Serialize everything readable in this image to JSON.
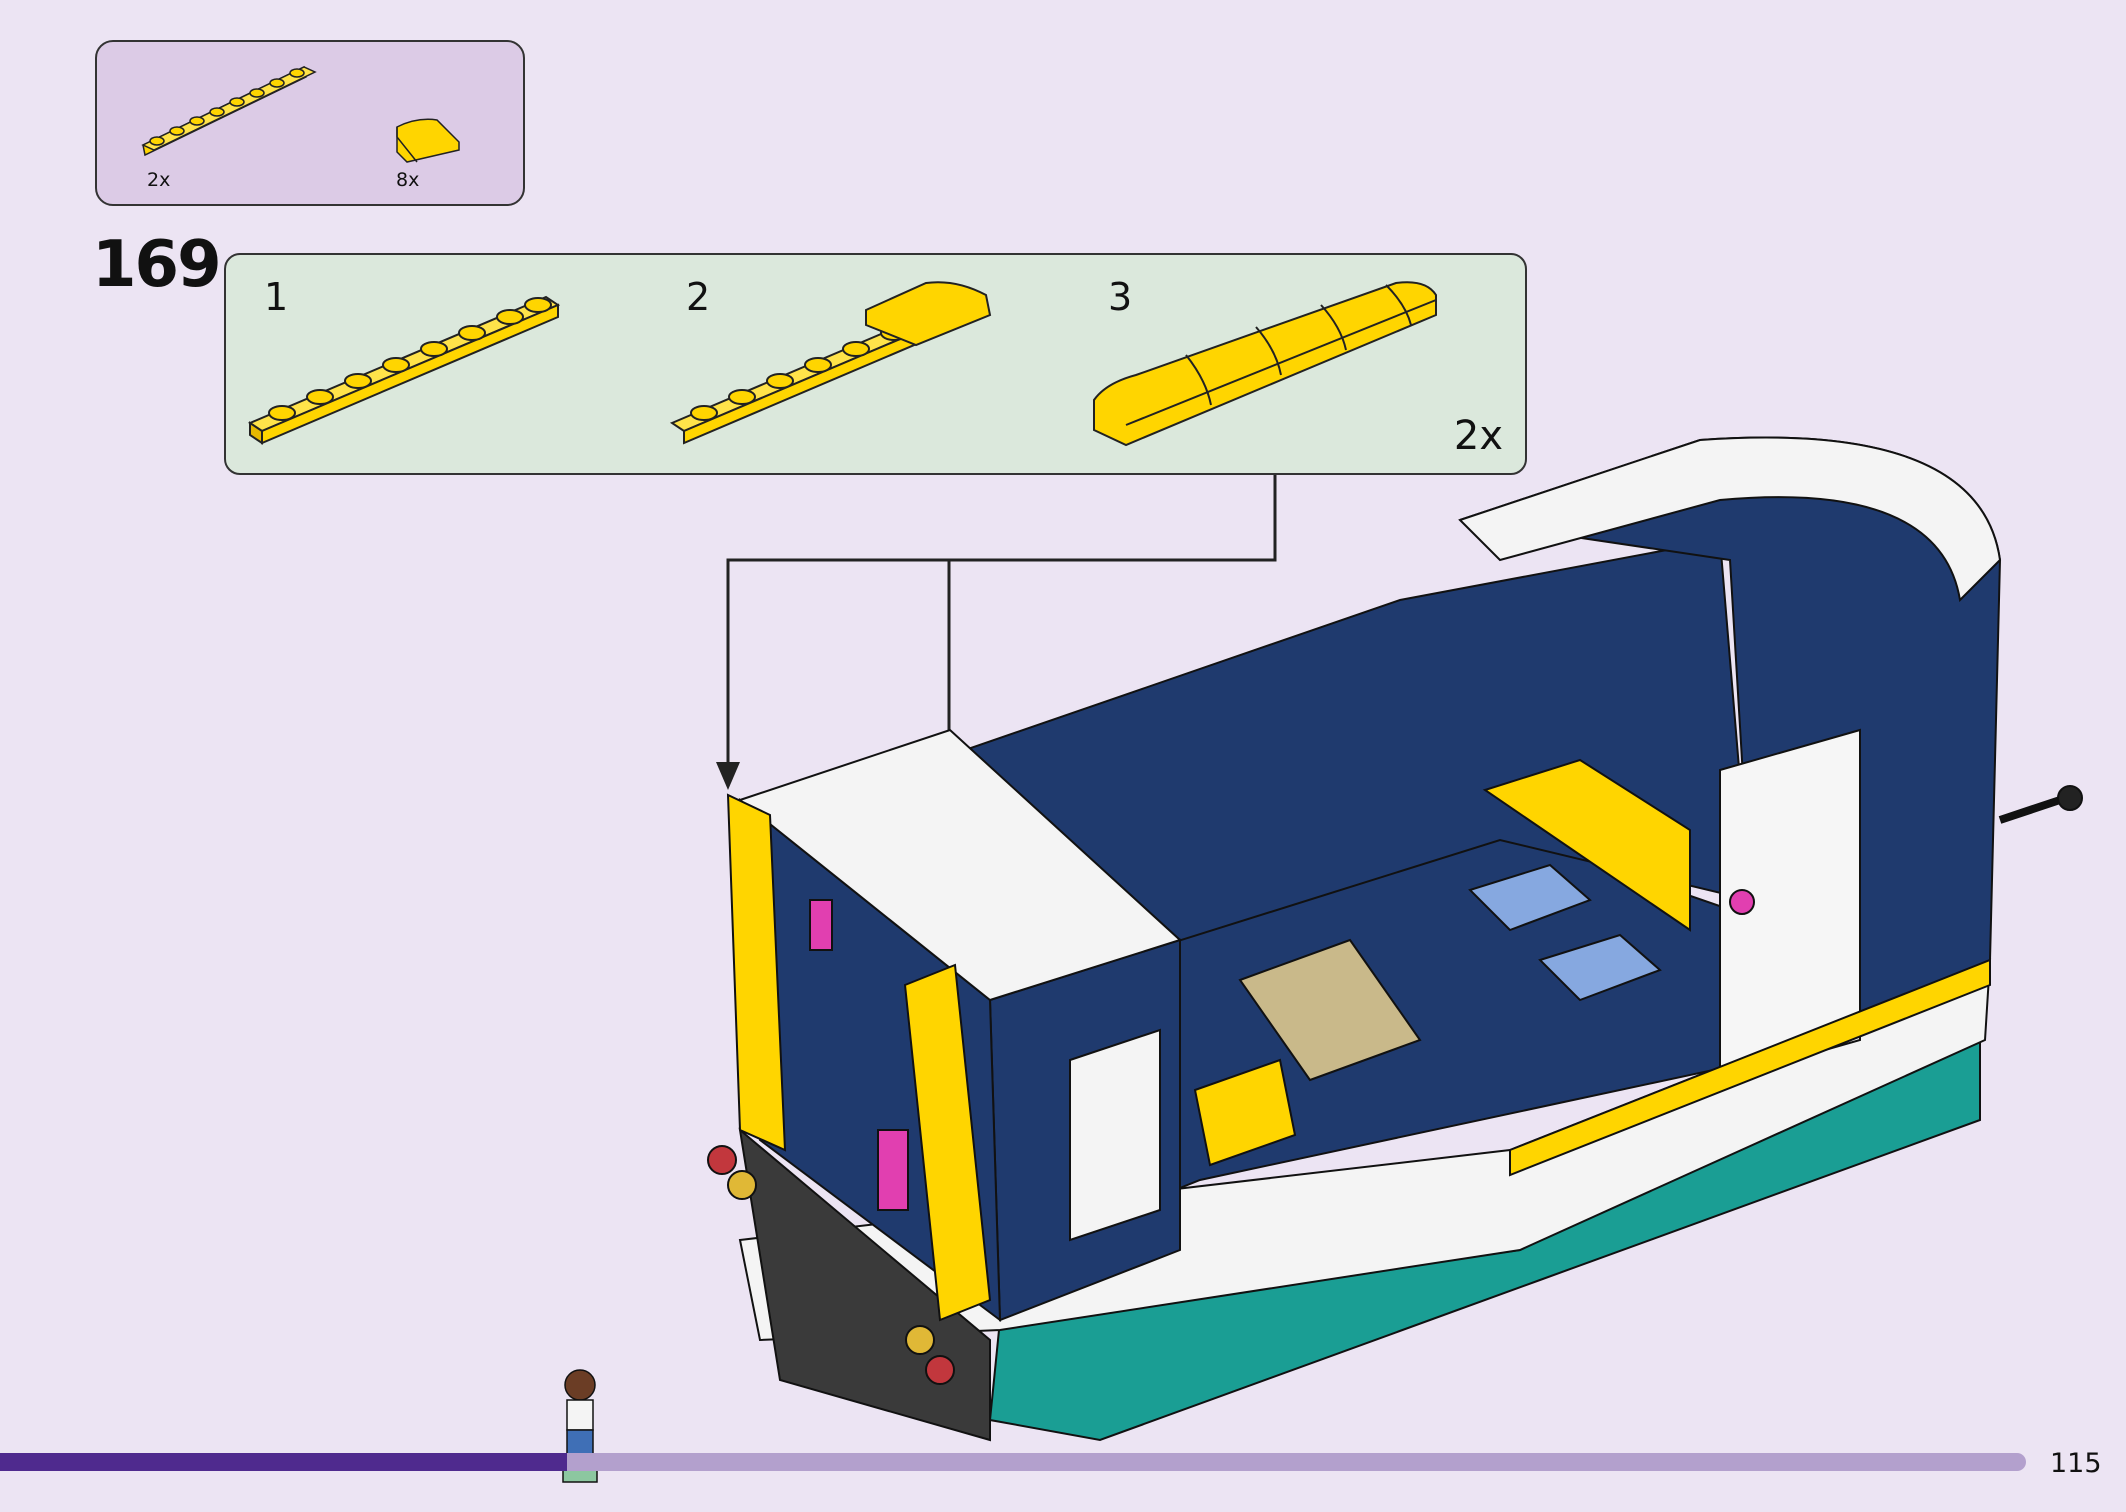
{
  "parts_list": [
    {
      "part": "yellow-plate-1x8",
      "quantity": "2x"
    },
    {
      "part": "yellow-curved-slope-2x2",
      "quantity": "8x"
    }
  ],
  "step": {
    "number": "169",
    "substeps": [
      {
        "label": "1"
      },
      {
        "label": "2"
      },
      {
        "label": "3"
      }
    ],
    "multiplier": "2x"
  },
  "footer": {
    "progress_fraction": 0.28,
    "page_number": "115"
  },
  "colors": {
    "background": "#ece4f3",
    "parts_box": "#dccbe6",
    "substep_box": "#dbe8dc",
    "brick_yellow": "#ffd500",
    "trailer_navy": "#1f3a6e",
    "trailer_teal": "#1a9e94",
    "progress_dark": "#4f2a8e",
    "progress_light": "#b3a0cd"
  }
}
